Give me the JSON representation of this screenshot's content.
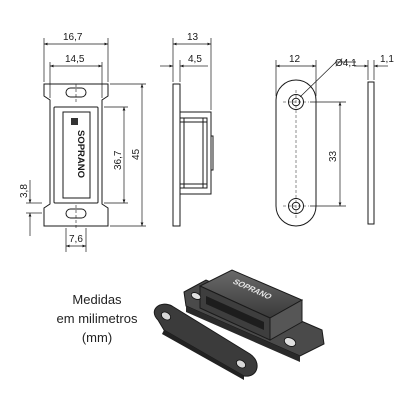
{
  "dimensions": {
    "front_width": "16,7",
    "front_inner_width": "14,5",
    "front_slot_height": "36,7",
    "front_height": "45",
    "front_hole_offset": "3,8",
    "front_bottom_width": "7,6",
    "side_depth": "13",
    "side_base_thickness": "4,5",
    "plate_width": "12",
    "plate_hole_diameter": "Ø4,1",
    "plate_thickness": "1,1",
    "plate_hole_spacing": "33"
  },
  "brand_label": "SOPRANO",
  "note": {
    "line1": "Medidas",
    "line2": "em milimetros",
    "line3": "(mm)"
  },
  "colors": {
    "line": "#1a1a1a",
    "body_fill": "#4a4a4a",
    "plate_fill": "#3d3d3d"
  }
}
